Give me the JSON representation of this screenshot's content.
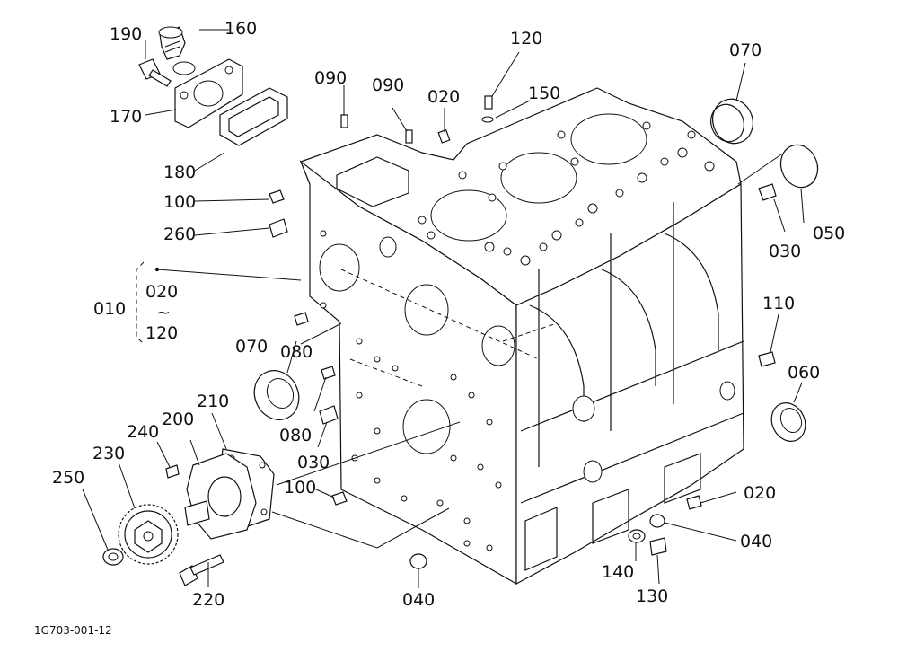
{
  "labels": {
    "l190": "190",
    "l160": "160",
    "l170": "170",
    "l180": "180",
    "l090a": "090",
    "l090b": "090",
    "l020a": "020",
    "l120": "120",
    "l150": "150",
    "l070a": "070",
    "l050": "050",
    "l030a": "030",
    "l100a": "100",
    "l260": "260",
    "l010": "010",
    "l020b": "020",
    "ltilde": "~",
    "l120b": "120",
    "l110": "110",
    "l070b": "070",
    "l080a": "080",
    "l060": "060",
    "l080b": "080",
    "l030b": "030",
    "l210": "210",
    "l200": "200",
    "l240": "240",
    "l230": "230",
    "l250": "250",
    "l100b": "100",
    "l020c": "020",
    "l040a": "040",
    "l140": "140",
    "l130": "130",
    "l040b": "040",
    "l220": "220"
  },
  "figure_code": "1G703-001-12"
}
